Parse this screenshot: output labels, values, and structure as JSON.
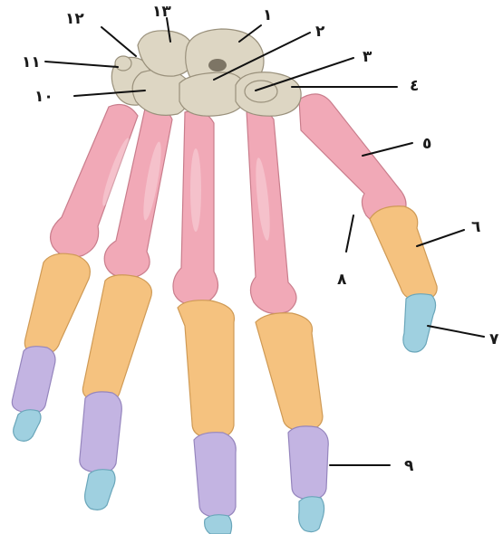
{
  "labels": {
    "l1": "١",
    "l2": "٢",
    "l3": "٣",
    "l4": "٤",
    "l5": "٥",
    "l6": "٦",
    "l7": "٧",
    "l8": "٨",
    "l9": "٩",
    "l10": "١٠",
    "l11": "١١",
    "l12": "١٢",
    "l13": "١٣"
  },
  "colors": {
    "carpals": "#ddd6c3",
    "metacarpals": "#f1a9b7",
    "proximal_phalanges": "#f5c27f",
    "middle_phalanges": "#c3b4e2",
    "distal_phalanges": "#9fd0e0"
  }
}
